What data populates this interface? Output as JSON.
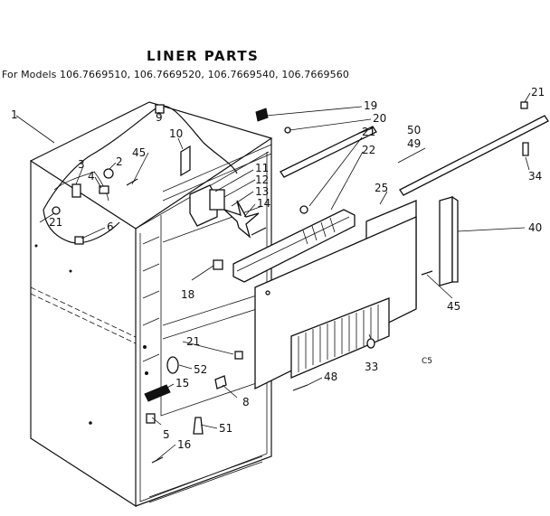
{
  "title": "LINER PARTS",
  "subtitle": "For Models 106.7669510, 106.7669520, 106.7669540, 106.7669560",
  "corner_mark": "C5",
  "callouts": [
    {
      "id": "1",
      "text": "1"
    },
    {
      "id": "2",
      "text": "2"
    },
    {
      "id": "3",
      "text": "3"
    },
    {
      "id": "4",
      "text": "4"
    },
    {
      "id": "5",
      "text": "5"
    },
    {
      "id": "6",
      "text": "6"
    },
    {
      "id": "8",
      "text": "8"
    },
    {
      "id": "9",
      "text": "9"
    },
    {
      "id": "10",
      "text": "10"
    },
    {
      "id": "11",
      "text": "11"
    },
    {
      "id": "12",
      "text": "12"
    },
    {
      "id": "13",
      "text": "13"
    },
    {
      "id": "14",
      "text": "14"
    },
    {
      "id": "15",
      "text": "15"
    },
    {
      "id": "16",
      "text": "16"
    },
    {
      "id": "18",
      "text": "18"
    },
    {
      "id": "19",
      "text": "19"
    },
    {
      "id": "20",
      "text": "20"
    },
    {
      "id": "21a",
      "text": "21"
    },
    {
      "id": "21b",
      "text": "21"
    },
    {
      "id": "21c",
      "text": "21"
    },
    {
      "id": "21d",
      "text": "21"
    },
    {
      "id": "22",
      "text": "22"
    },
    {
      "id": "25",
      "text": "25"
    },
    {
      "id": "33",
      "text": "33"
    },
    {
      "id": "34",
      "text": "34"
    },
    {
      "id": "40",
      "text": "40"
    },
    {
      "id": "45a",
      "text": "45"
    },
    {
      "id": "45b",
      "text": "45"
    },
    {
      "id": "48",
      "text": "48"
    },
    {
      "id": "49",
      "text": "49"
    },
    {
      "id": "50",
      "text": "50"
    },
    {
      "id": "51",
      "text": "51"
    },
    {
      "id": "52",
      "text": "52"
    }
  ]
}
